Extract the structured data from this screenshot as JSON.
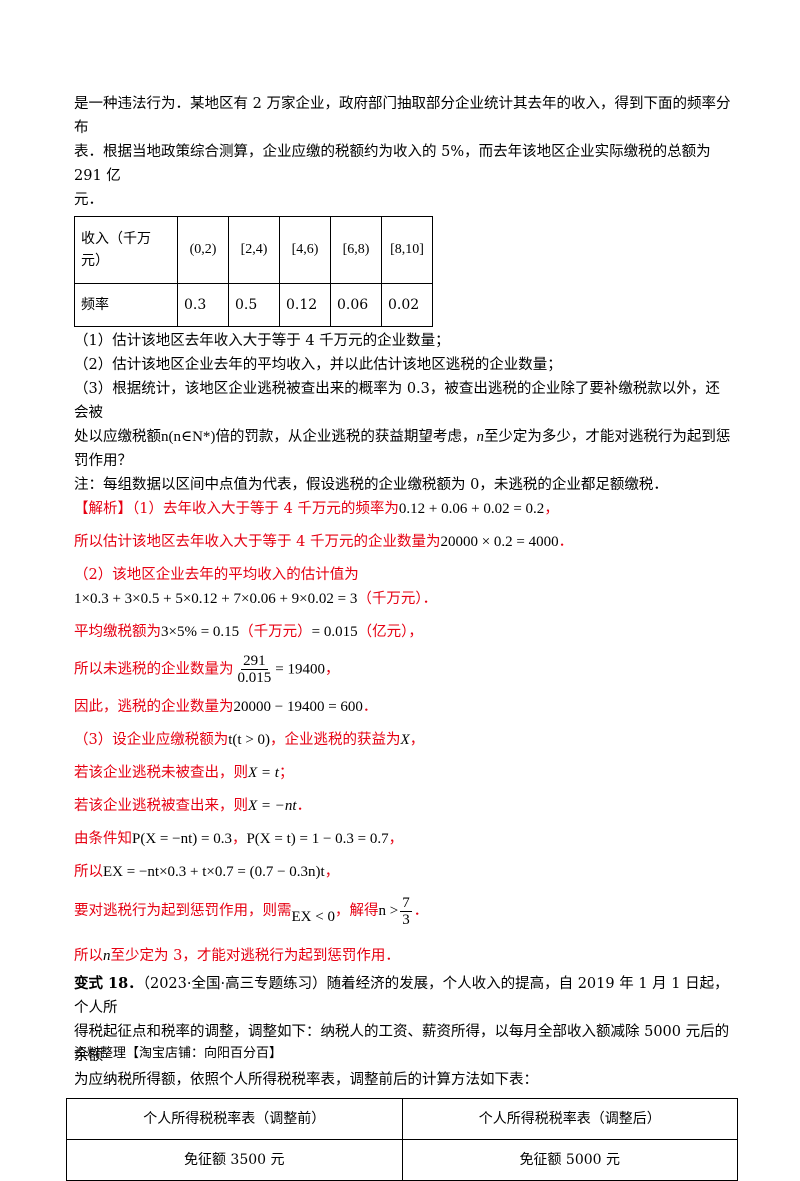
{
  "intro": {
    "line1": "是一种违法行为．某地区有 2 万家企业，政府部门抽取部分企业统计其去年的收入，得到下面的频率分布",
    "line2": "表．根据当地政策综合测算，企业应缴的税额约为收入的 5%，而去年该地区企业实际缴税的总额为 291 亿",
    "line3": "元．"
  },
  "freq_table": {
    "header_label": "收入（千万元）",
    "intervals": [
      "(0,2)",
      "[2,4)",
      "[4,6)",
      "[6,8)",
      "[8,10]"
    ],
    "row_label": "频率",
    "values": [
      "0.3",
      "0.5",
      "0.12",
      "0.06",
      "0.02"
    ]
  },
  "questions": {
    "q1": "（1）估计该地区去年收入大于等于 4 千万元的企业数量；",
    "q2": "（2）估计该地区企业去年的平均收入，并以此估计该地区逃税的企业数量；",
    "q3a": "（3）根据统计，该地区企业逃税被查出来的概率为 0.3，被查出逃税的企业除了要补缴税款以外，还会被",
    "q3b_pre": "处以应缴税额",
    "q3b_math": "n(n∈N*)",
    "q3b_mid": "倍的罚款，从企业逃税的获益期望考虑，",
    "q3b_n": "n",
    "q3b_post": "至少定为多少，才能对逃税行为起到惩",
    "q3c": "罚作用？"
  },
  "note": "注：每组数据以区间中点值为代表，假设逃税的企业缴税额为 0，未逃税的企业都足额缴税．",
  "solution": {
    "tag": "【解析】",
    "s1a": "（1）去年收入大于等于 4 千万元的频率为",
    "s1a_math": "0.12 + 0.06 + 0.02 = 0.2",
    "s1b": "所以估计该地区去年收入大于等于 4 千万元的企业数量为",
    "s1b_math": "20000 × 0.2 = 4000",
    "s2a": "（2）该地区企业去年的平均收入的估计值为",
    "s2b_math": "1×0.3 + 3×0.5 + 5×0.12 + 7×0.06 + 9×0.02 = 3",
    "s2b_unit": "（千万元）",
    "s2c": "平均缴税额为",
    "s2c_math1": "3×5% = 0.15",
    "s2c_unit1": "（千万元）",
    "s2c_math2": "= 0.015",
    "s2c_unit2": "（亿元）",
    "s2d": "所以未逃税的企业数量为",
    "s2d_num": "291",
    "s2d_den": "0.015",
    "s2d_res": "= 19400",
    "s2e": "因此，逃税的企业数量为",
    "s2e_math": "20000 − 19400 = 600",
    "s3a": "（3）设企业应缴税额为",
    "s3a_math": "t(t > 0)",
    "s3a_mid": "，企业逃税的获益为",
    "s3a_X": "X",
    "s3b": "若该企业逃税未被查出，则",
    "s3b_math": "X = t",
    "s3c": "若该企业逃税被查出来，则",
    "s3c_math": "X = −nt",
    "s3d": "由条件知",
    "s3d_math1": "P(X = −nt) = 0.3",
    "s3d_math2": "P(X = t) = 1 − 0.3 = 0.7",
    "s3e": "所以",
    "s3e_math": "EX = −nt×0.3 + t×0.7 = (0.7 − 0.3n)t",
    "s3f": "要对逃税行为起到惩罚作用，则需",
    "s3f_math": "EX < 0",
    "s3f_mid": "，解得",
    "s3f_n": "n >",
    "s3f_num": "7",
    "s3f_den": "3",
    "s3g_pre": "所以",
    "s3g_n": "n",
    "s3g_post": "至少定为 3，才能对逃税行为起到惩罚作用．"
  },
  "variant": {
    "label": "变式 18．",
    "line1": "（2023·全国·高三专题练习）随着经济的发展，个人收入的提高，自 2019 年 1 月 1 日起，个人所",
    "line2": "得税起征点和税率的调整，调整如下：纳税人的工资、薪资所得，以每月全部收入额减除 5000 元后的余额",
    "line3": "为应纳税所得额，依照个人所得税税率表，调整前后的计算方法如下表："
  },
  "tax_table": {
    "head_before": "个人所得税税率表（调整前）",
    "head_after": "个人所得税税率表（调整后）",
    "row_before": "免征额 3500 元",
    "row_after": "免征额 5000 元"
  },
  "footer": "资料整理【淘宝店铺：向阳百分百】"
}
